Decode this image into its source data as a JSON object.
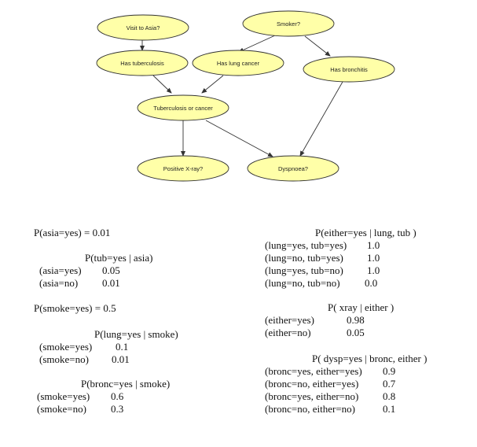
{
  "nodes": {
    "asia": "Visit to Asia?",
    "smoke": "Smoker?",
    "tub": "Has tuberculosis",
    "lung": "Has lung cancer",
    "bronc": "Has bronchitis",
    "either": "Tuberculosis or cancer",
    "xray": "Positive X-ray?",
    "dysp": "Dyspnoea?"
  },
  "colors": {
    "node_fill": "#ffffa8",
    "node_stroke": "#333333",
    "edge": "#333333"
  },
  "cpt": {
    "asia": {
      "text": "P(asia=yes) =  0.01"
    },
    "tub": {
      "header": "P(tub=yes | asia)",
      "rows": [
        [
          "(asia=yes)",
          "0.05"
        ],
        [
          "(asia=no)",
          "0.01"
        ]
      ]
    },
    "smoke": {
      "text": "P(smoke=yes) = 0.5"
    },
    "lung": {
      "header": "P(lung=yes | smoke)",
      "rows": [
        [
          "(smoke=yes)",
          "0.1"
        ],
        [
          "(smoke=no)",
          "0.01"
        ]
      ]
    },
    "bronc": {
      "header": "P(bronc=yes | smoke)",
      "rows": [
        [
          "(smoke=yes)",
          "0.6"
        ],
        [
          "(smoke=no)",
          "0.3"
        ]
      ]
    },
    "either": {
      "header": "P(either=yes | lung, tub )",
      "rows": [
        [
          "(lung=yes, tub=yes)",
          "1.0"
        ],
        [
          "(lung=no, tub=yes)",
          "1.0"
        ],
        [
          "(lung=yes, tub=no)",
          "1.0"
        ],
        [
          "(lung=no, tub=no)",
          "0.0"
        ]
      ]
    },
    "xray": {
      "header": "P( xray | either )",
      "rows": [
        [
          "(either=yes)",
          "0.98"
        ],
        [
          "(either=no)",
          "0.05"
        ]
      ]
    },
    "dysp": {
      "header": "P( dysp=yes | bronc, either )",
      "rows": [
        [
          "(bronc=yes, either=yes)",
          "0.9"
        ],
        [
          "(bronc=no, either=yes)",
          "0.7"
        ],
        [
          "(bronc=yes, either=no)",
          "0.8"
        ],
        [
          "(bronc=no, either=no)",
          "0.1"
        ]
      ]
    }
  }
}
